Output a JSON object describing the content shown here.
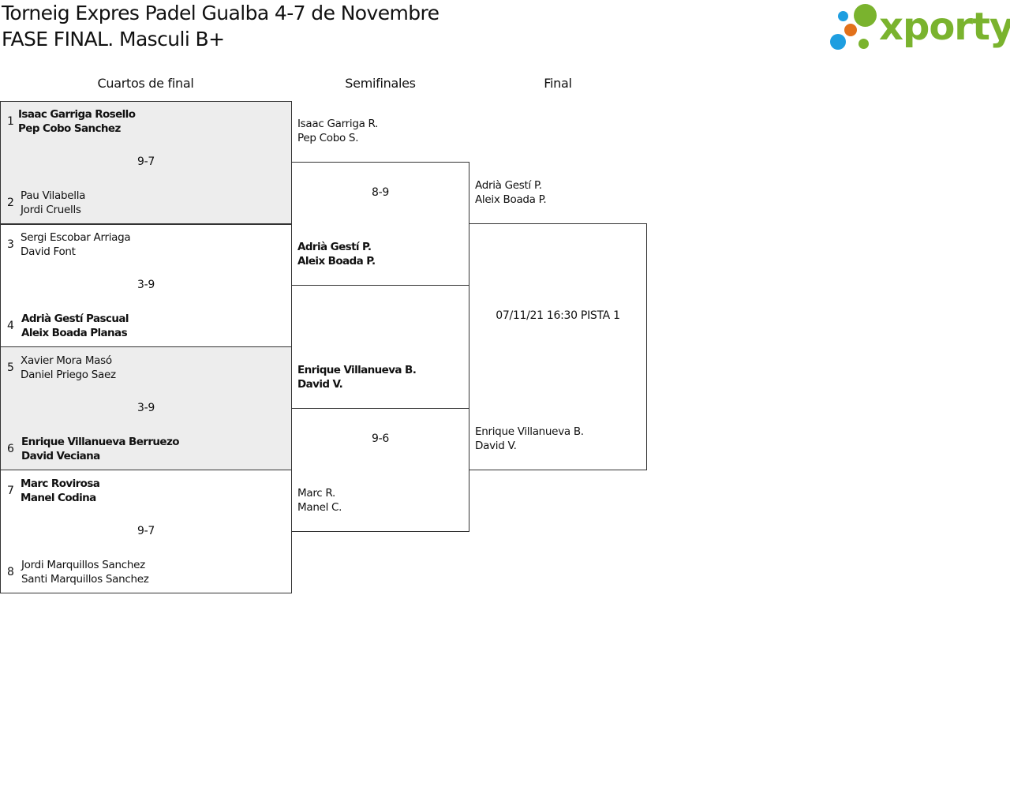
{
  "header": {
    "title": "Torneig Expres Padel Gualba 4-7 de Novembre",
    "subtitle": "FASE FINAL. Masculi B+"
  },
  "logo": {
    "text": "xporty",
    "colors": {
      "green": "#7ab32e",
      "blue": "#1e9ee0",
      "orange": "#e2711b"
    }
  },
  "rounds": {
    "quarterfinals": "Cuartos de final",
    "semifinals": "Semifinales",
    "final": "Final"
  },
  "quarterfinals": [
    {
      "score": "9-7",
      "top": {
        "seed": "1",
        "p1": "Isaac Garriga Rosello",
        "p2": "Pep Cobo Sanchez",
        "winner": true
      },
      "bottom": {
        "seed": "2",
        "p1": "Pau Vilabella",
        "p2": "Jordi Cruells",
        "winner": false
      }
    },
    {
      "score": "3-9",
      "top": {
        "seed": "3",
        "p1": "Sergi Escobar Arriaga",
        "p2": "David Font",
        "winner": false
      },
      "bottom": {
        "seed": "4",
        "p1": "Adrià Gestí Pascual",
        "p2": "Aleix Boada Planas",
        "winner": true
      }
    },
    {
      "score": "3-9",
      "top": {
        "seed": "5",
        "p1": "Xavier Mora Masó",
        "p2": "Daniel Priego Saez",
        "winner": false
      },
      "bottom": {
        "seed": "6",
        "p1": "Enrique Villanueva Berruezo",
        "p2": "David Veciana",
        "winner": true
      }
    },
    {
      "score": "9-7",
      "top": {
        "seed": "7",
        "p1": "Marc Rovirosa",
        "p2": "Manel Codina",
        "winner": true
      },
      "bottom": {
        "seed": "8",
        "p1": "Jordi Marquillos Sanchez",
        "p2": "Santi Marquillos Sanchez",
        "winner": false
      }
    }
  ],
  "semifinals": [
    {
      "score": "8-9",
      "top": {
        "p1": "Isaac Garriga R.",
        "p2": "Pep Cobo S.",
        "winner": false
      },
      "bottom": {
        "p1": "Adrià Gestí P.",
        "p2": "Aleix Boada P.",
        "winner": true
      }
    },
    {
      "score": "9-6",
      "top": {
        "p1": "Enrique Villanueva B.",
        "p2": "David V.",
        "winner": true
      },
      "bottom": {
        "p1": "Marc R.",
        "p2": "Manel C.",
        "winner": false
      }
    }
  ],
  "final": {
    "schedule": "07/11/21 16:30 PISTA 1",
    "top": {
      "p1": "Adrià Gestí P.",
      "p2": "Aleix Boada P."
    },
    "bottom": {
      "p1": "Enrique Villanueva B.",
      "p2": "David V."
    }
  }
}
